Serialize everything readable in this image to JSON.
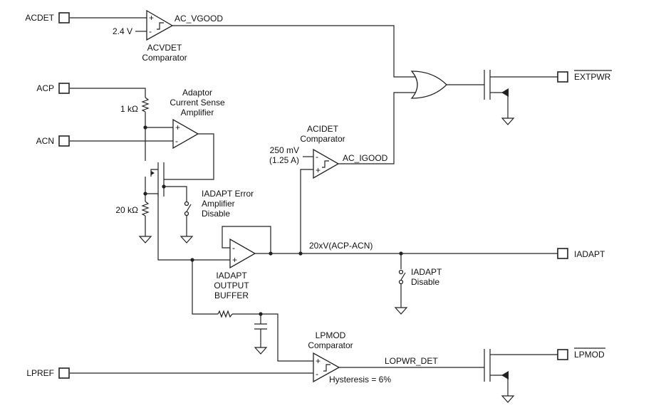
{
  "pins": {
    "acdet": "ACDET",
    "acp": "ACP",
    "acn": "ACN",
    "lpref": "LPREF",
    "extpwr": "EXTPWR",
    "iadapt": "IADAPT",
    "lpmod": "LPMOD"
  },
  "labels": {
    "ac_vgood": "AC_VGOOD",
    "ac_igood": "AC_IGOOD",
    "lopwr_det": "LOPWR_DET",
    "v_2_4": "2.4 V",
    "mv_250": "250 mV",
    "a_125": "(1.25 A)",
    "r_1k": "1 kΩ",
    "r_20k": "20 kΩ",
    "gain_expr": "20xV(ACP-ACN)",
    "hysteresis": "Hysteresis = 6%"
  },
  "blocks": {
    "acvdet": [
      "ACVDET",
      "Comparator"
    ],
    "amp": [
      "Adaptor",
      "Current Sense",
      "Amplifier"
    ],
    "acidet": [
      "ACIDET",
      "Comparator"
    ],
    "err_disable": [
      "IADAPT Error",
      "Amplifier",
      "Disable"
    ],
    "buffer": [
      "IADAPT",
      "OUTPUT",
      "BUFFER"
    ],
    "iadapt_disable": [
      "IADAPT",
      "Disable"
    ],
    "lpmod": [
      "LPMOD",
      "Comparator"
    ]
  },
  "signs": {
    "plus": "+",
    "minus": "-"
  }
}
